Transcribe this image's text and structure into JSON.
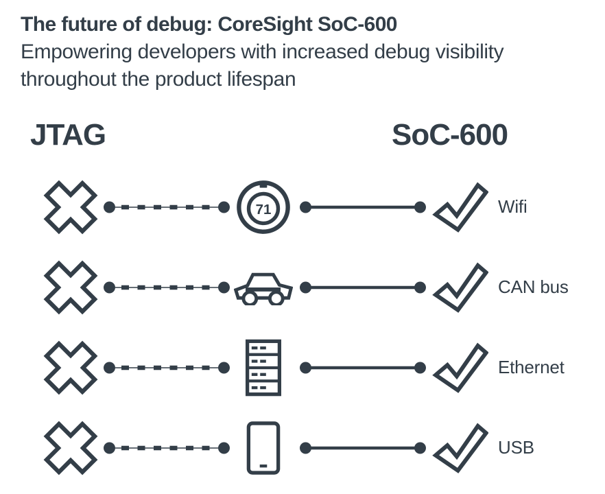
{
  "slide": {
    "title": "The future of debug: CoreSight SoC-600",
    "subtitle_lines": [
      "Empowering developers with increased debug visibility",
      "throughout the product lifespan"
    ]
  },
  "columns": {
    "left_header": "JTAG",
    "right_header": "SoC-600"
  },
  "colors": {
    "ink": "#333e48",
    "background": "#ffffff"
  },
  "rows": [
    {
      "interface": "Wifi",
      "icon": "speedometer-icon",
      "jtag": "not-available",
      "soc600": "available",
      "speedometer_value": "71"
    },
    {
      "interface": "CAN bus",
      "icon": "car-icon",
      "jtag": "not-available",
      "soc600": "available"
    },
    {
      "interface": "Ethernet",
      "icon": "server-icon",
      "jtag": "not-available",
      "soc600": "available"
    },
    {
      "interface": "USB",
      "icon": "phone-icon",
      "jtag": "not-available",
      "soc600": "available"
    }
  ]
}
